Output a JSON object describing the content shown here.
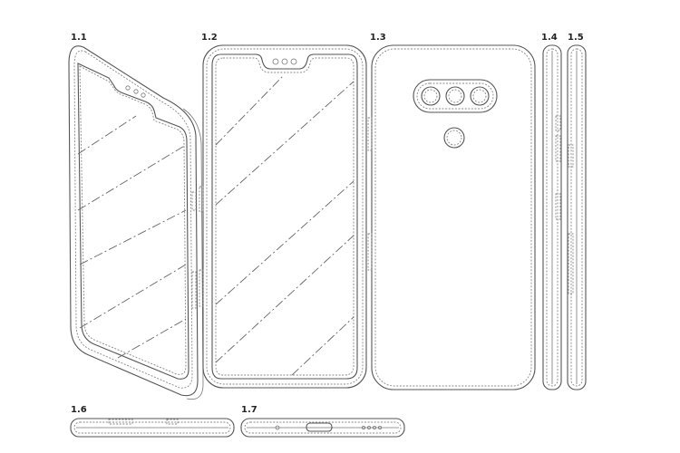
{
  "figures": [
    {
      "id": "fig-1-1",
      "label": "1.1",
      "view": "front-perspective"
    },
    {
      "id": "fig-1-2",
      "label": "1.2",
      "view": "front"
    },
    {
      "id": "fig-1-3",
      "label": "1.3",
      "view": "back"
    },
    {
      "id": "fig-1-4",
      "label": "1.4",
      "view": "left-side"
    },
    {
      "id": "fig-1-5",
      "label": "1.5",
      "view": "right-side"
    },
    {
      "id": "fig-1-6",
      "label": "1.6",
      "view": "top"
    },
    {
      "id": "fig-1-7",
      "label": "1.7",
      "view": "bottom"
    }
  ],
  "style": {
    "line_color": "#555555",
    "background": "#ffffff"
  }
}
